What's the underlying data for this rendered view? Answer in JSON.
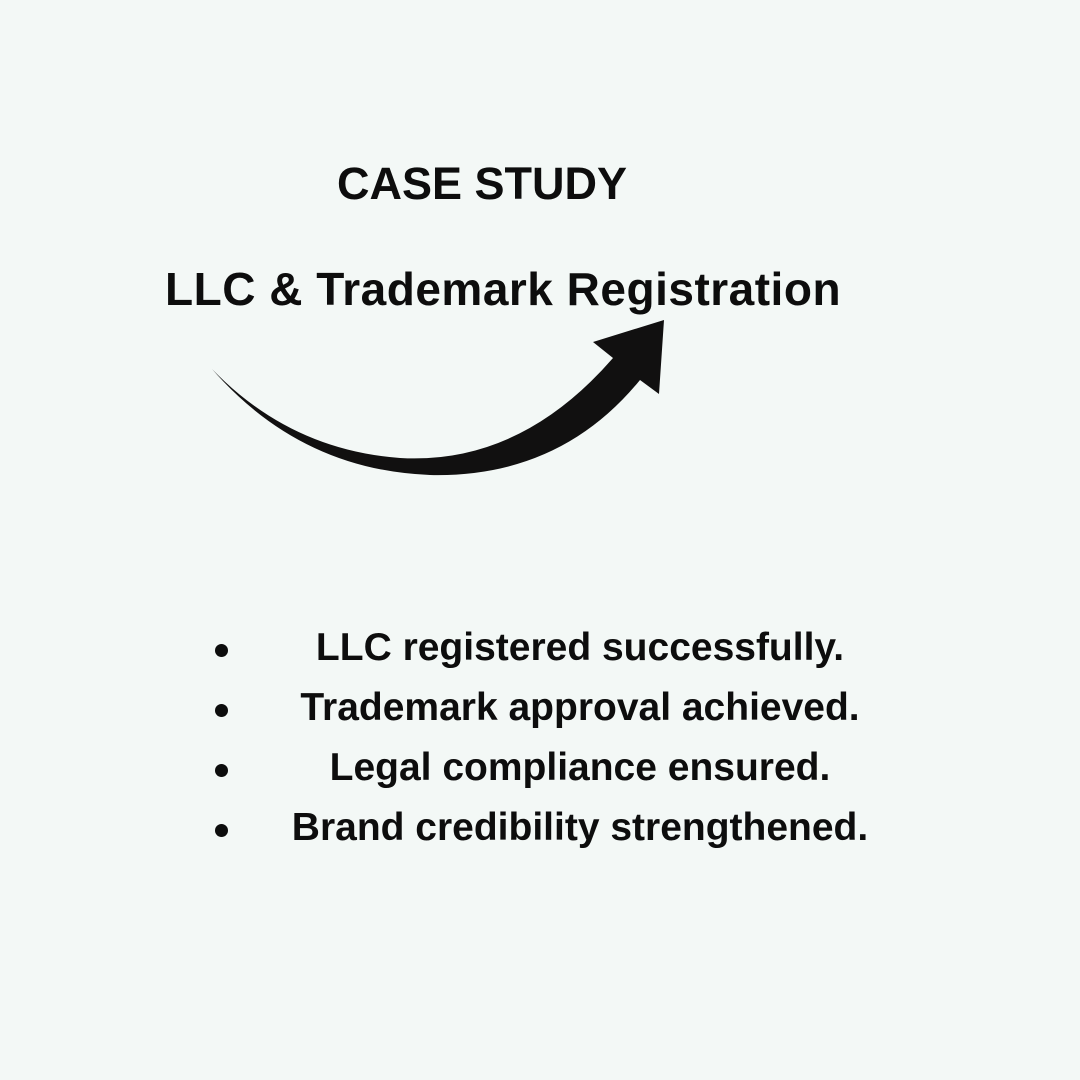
{
  "header": {
    "kicker": "CASE STUDY",
    "title": "LLC & Trademark Registration"
  },
  "arrow_icon": "curved-arrow-up-right",
  "bullets": [
    "LLC registered successfully.",
    "Trademark approval achieved.",
    "Legal compliance ensured.",
    "Brand credibility strengthened."
  ]
}
